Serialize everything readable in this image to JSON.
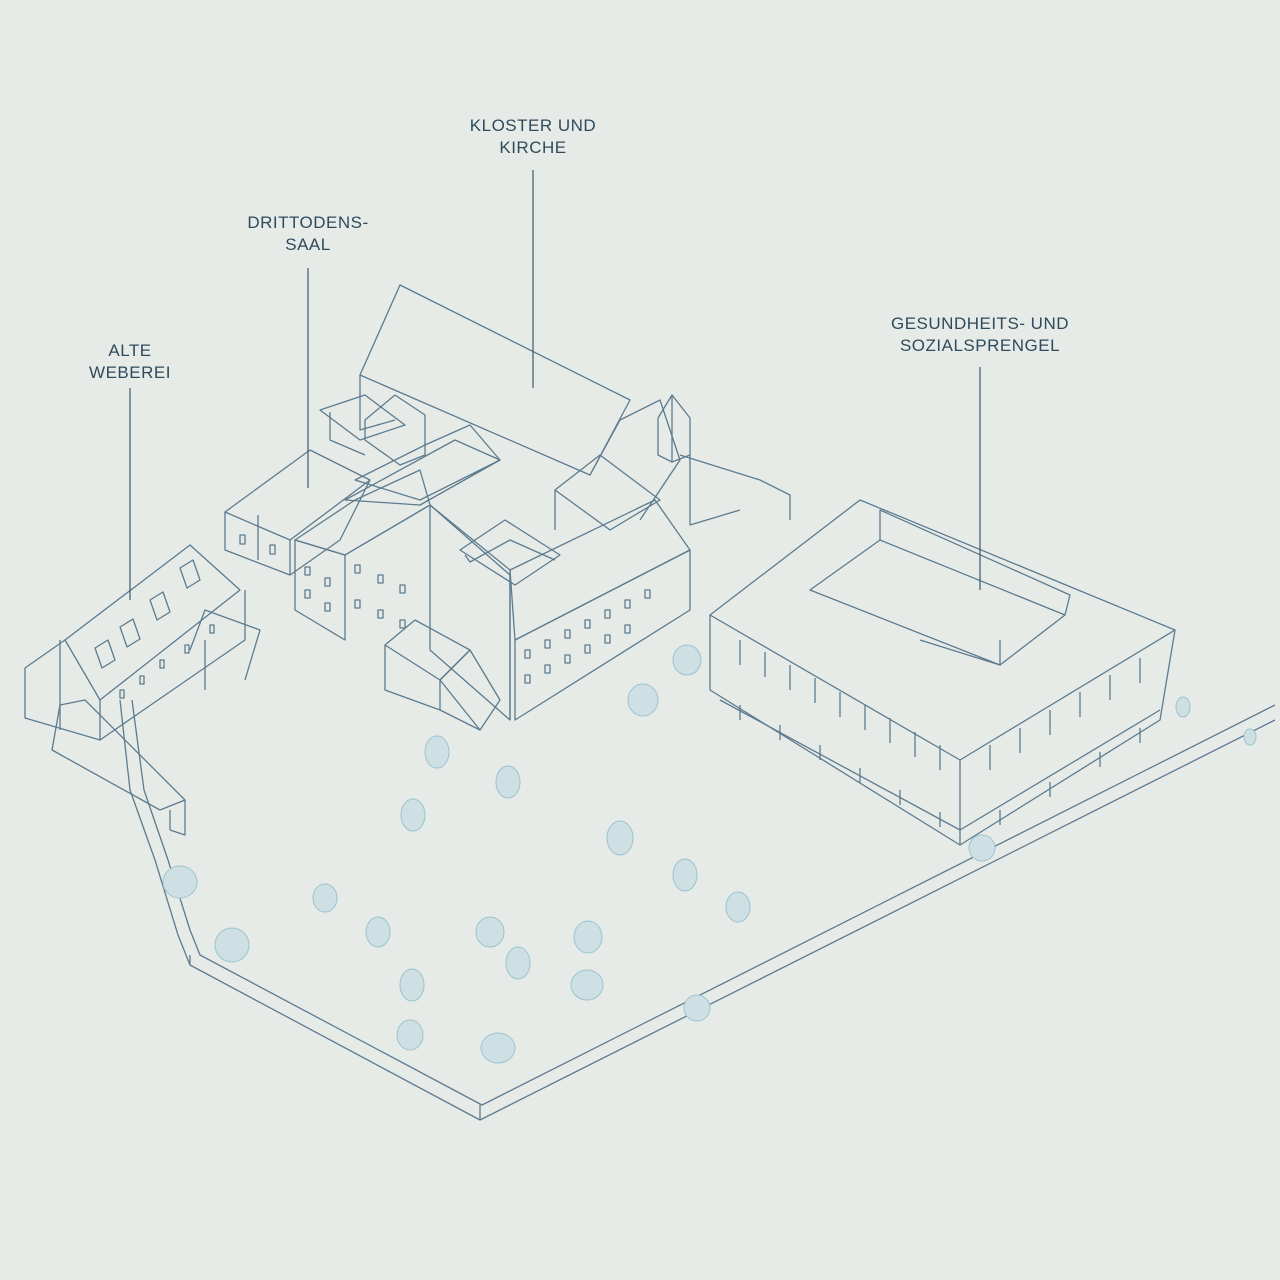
{
  "labels": {
    "kloster": {
      "line1": "KLOSTER UND",
      "line2": "KIRCHE"
    },
    "drittordens": {
      "line1": "DRITTODENS-",
      "line2": "SAAL"
    },
    "weberei": {
      "line1": "ALTE",
      "line2": "WEBEREI"
    },
    "sprengel": {
      "line1": "GESUNDHEITS- UND",
      "line2": "SOZIALSPRENGEL"
    }
  },
  "colors": {
    "background": "#e6ebe8",
    "line": "#5d7b8e",
    "label": "#2f4a5c",
    "tree": "#9cc3cf"
  }
}
